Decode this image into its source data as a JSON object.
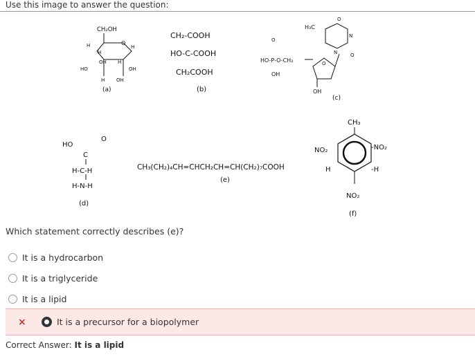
{
  "instruction": "Use this image to answer the question:",
  "structures": {
    "a": {
      "label": "(a)",
      "ch2oh": "CH₂OH",
      "h_topleft": "H",
      "h_inner_left": "H",
      "h_right": "H",
      "oh_inner_left": "OH",
      "h_inner_right": "H",
      "ho_left": "HO",
      "oh_right": "OH",
      "h_bottom": "H",
      "oh_bottom": "OH",
      "o_ring": "O"
    },
    "b": {
      "label": "(b)",
      "line1": "CH₂-COOH",
      "line2": "HO-C-COOH",
      "line3": "CH₂COOH"
    },
    "c": {
      "label": "(c)",
      "h3c": "H₃C",
      "o_top": "O",
      "n_right": "N",
      "n_bottom": "N",
      "o_bottom": "O",
      "phosphate": "HO-P-O-CH₂",
      "p_o": "O",
      "p_oh": "OH",
      "sugar_o": "O",
      "sugar_oh": "OH"
    },
    "d": {
      "label": "(d)",
      "ho": "HO",
      "o": "O",
      "c": "C",
      "hch": "H-C-H",
      "hnh": "H-N-H"
    },
    "e": {
      "label": "(e)",
      "formula": "CH₃(CH₂)₄CH=CHCH₂CH=CH(CH₂)₇COOH"
    },
    "f": {
      "label": "(f)",
      "ch3": "CH₃",
      "no2_left": "NO₂",
      "no2_right": "-NO₂",
      "h_left": "H",
      "h_right": "-H",
      "no2_bottom": "NO₂"
    }
  },
  "question": "Which statement correctly describes (e)?",
  "options": [
    "It is a hydrocarbon",
    "It is a triglyceride",
    "It is a lipid"
  ],
  "selected_wrong": {
    "mark": "×",
    "label": "It is a precursor for a biopolymer"
  },
  "correct_answer": {
    "prefix": "Correct Answer:",
    "value": "It is a lipid"
  },
  "colors": {
    "wrong_bg": "#fde8e8",
    "wrong_mark": "#c0392b"
  }
}
